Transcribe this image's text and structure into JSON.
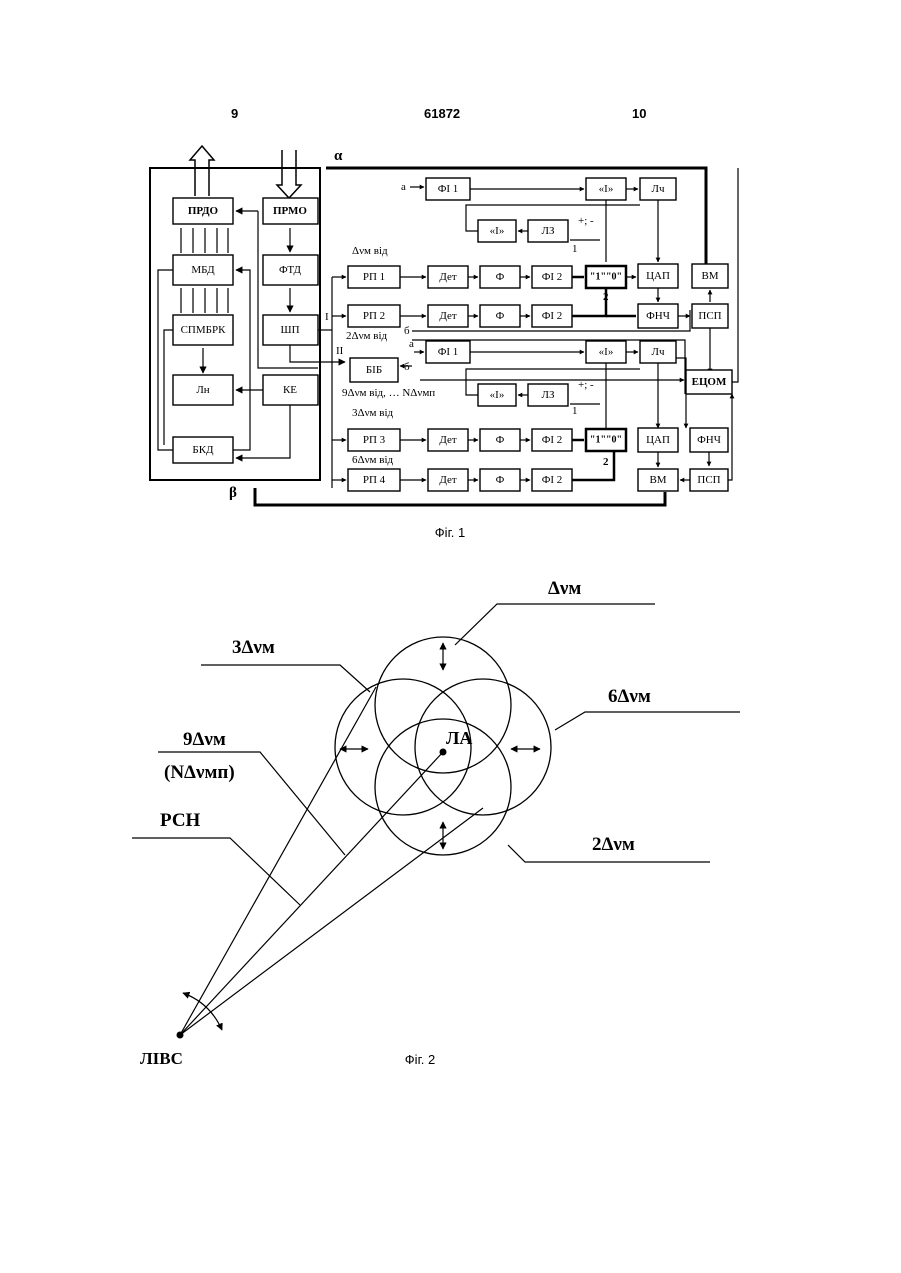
{
  "header": {
    "left_page": "9",
    "patent_number": "61872",
    "right_page": "10"
  },
  "fig1": {
    "caption": "Фіг. 1",
    "left_blocks": {
      "prdo": "ПРДО",
      "prmo": "ПРМО",
      "mbd": "МБД",
      "ftd": "ФТД",
      "spmbrk": "СПМБРК",
      "shp": "ШП",
      "ln": "Лн",
      "ke": "КЕ",
      "bkd": "БКД"
    },
    "top_group": {
      "fi1": "ФІ 1",
      "i_top": "«І»",
      "lch": "Лч",
      "i_mid": "«І»",
      "lz": "ЛЗ"
    },
    "rows": [
      {
        "rp": "РП 1",
        "det": "Дет",
        "f": "Ф",
        "fi2": "ФІ 2"
      },
      {
        "rp": "РП 2",
        "det": "Дет",
        "f": "Ф",
        "fi2": "ФІ 2"
      },
      {
        "rp": "РП 3",
        "det": "Дет",
        "f": "Ф",
        "fi2": "ФІ 2"
      },
      {
        "rp": "РП 4",
        "det": "Дет",
        "f": "Ф",
        "fi2": "ФІ 2"
      }
    ],
    "bottom_group": {
      "fi1": "ФІ 1",
      "i_top": "«І»",
      "lch": "Лч",
      "i_mid": "«І»",
      "lz": "ЛЗ"
    },
    "counter_top": "\"1\"\"0\"",
    "counter_bottom": "\"1\"\"0\"",
    "right_blocks": {
      "tsap_top": "ЦАП",
      "vm_top": "ВМ",
      "fnch_top": "ФНЧ",
      "psp_top": "ПСП",
      "etsom": "ЕЦОМ",
      "tsap_bot": "ЦАП",
      "fnch_bot": "ФНЧ",
      "vm_bot": "ВМ",
      "psp_bot": "ПСП",
      "bib": "БІБ"
    },
    "labels": {
      "alpha": "α",
      "beta": "β",
      "roman1": "I",
      "roman2": "II",
      "a_top": "а",
      "a_bot": "а",
      "b": "б",
      "v_b": "б",
      "pm": "+; -",
      "pm2": "+; -",
      "one_top": "1",
      "two_top": "2",
      "one_bot": "1",
      "two_bot": "2",
      "rp1_note": "Δνм від",
      "rp2_note": "2Δνм від",
      "rp3_note": "3Δνм від",
      "rp4_note": "6Δνм від",
      "bib_note": "9Δνм від, … NΔνмп"
    }
  },
  "fig2": {
    "caption": "Фіг. 2",
    "la": "ЛА",
    "livs": "ЛІВС",
    "rsn": "РСН",
    "dnu": "Δνм",
    "three": "3Δνм",
    "six": "6Δνм",
    "nine": "9Δνм",
    "ndnu": "(NΔνмп)",
    "two": "2Δνм"
  }
}
